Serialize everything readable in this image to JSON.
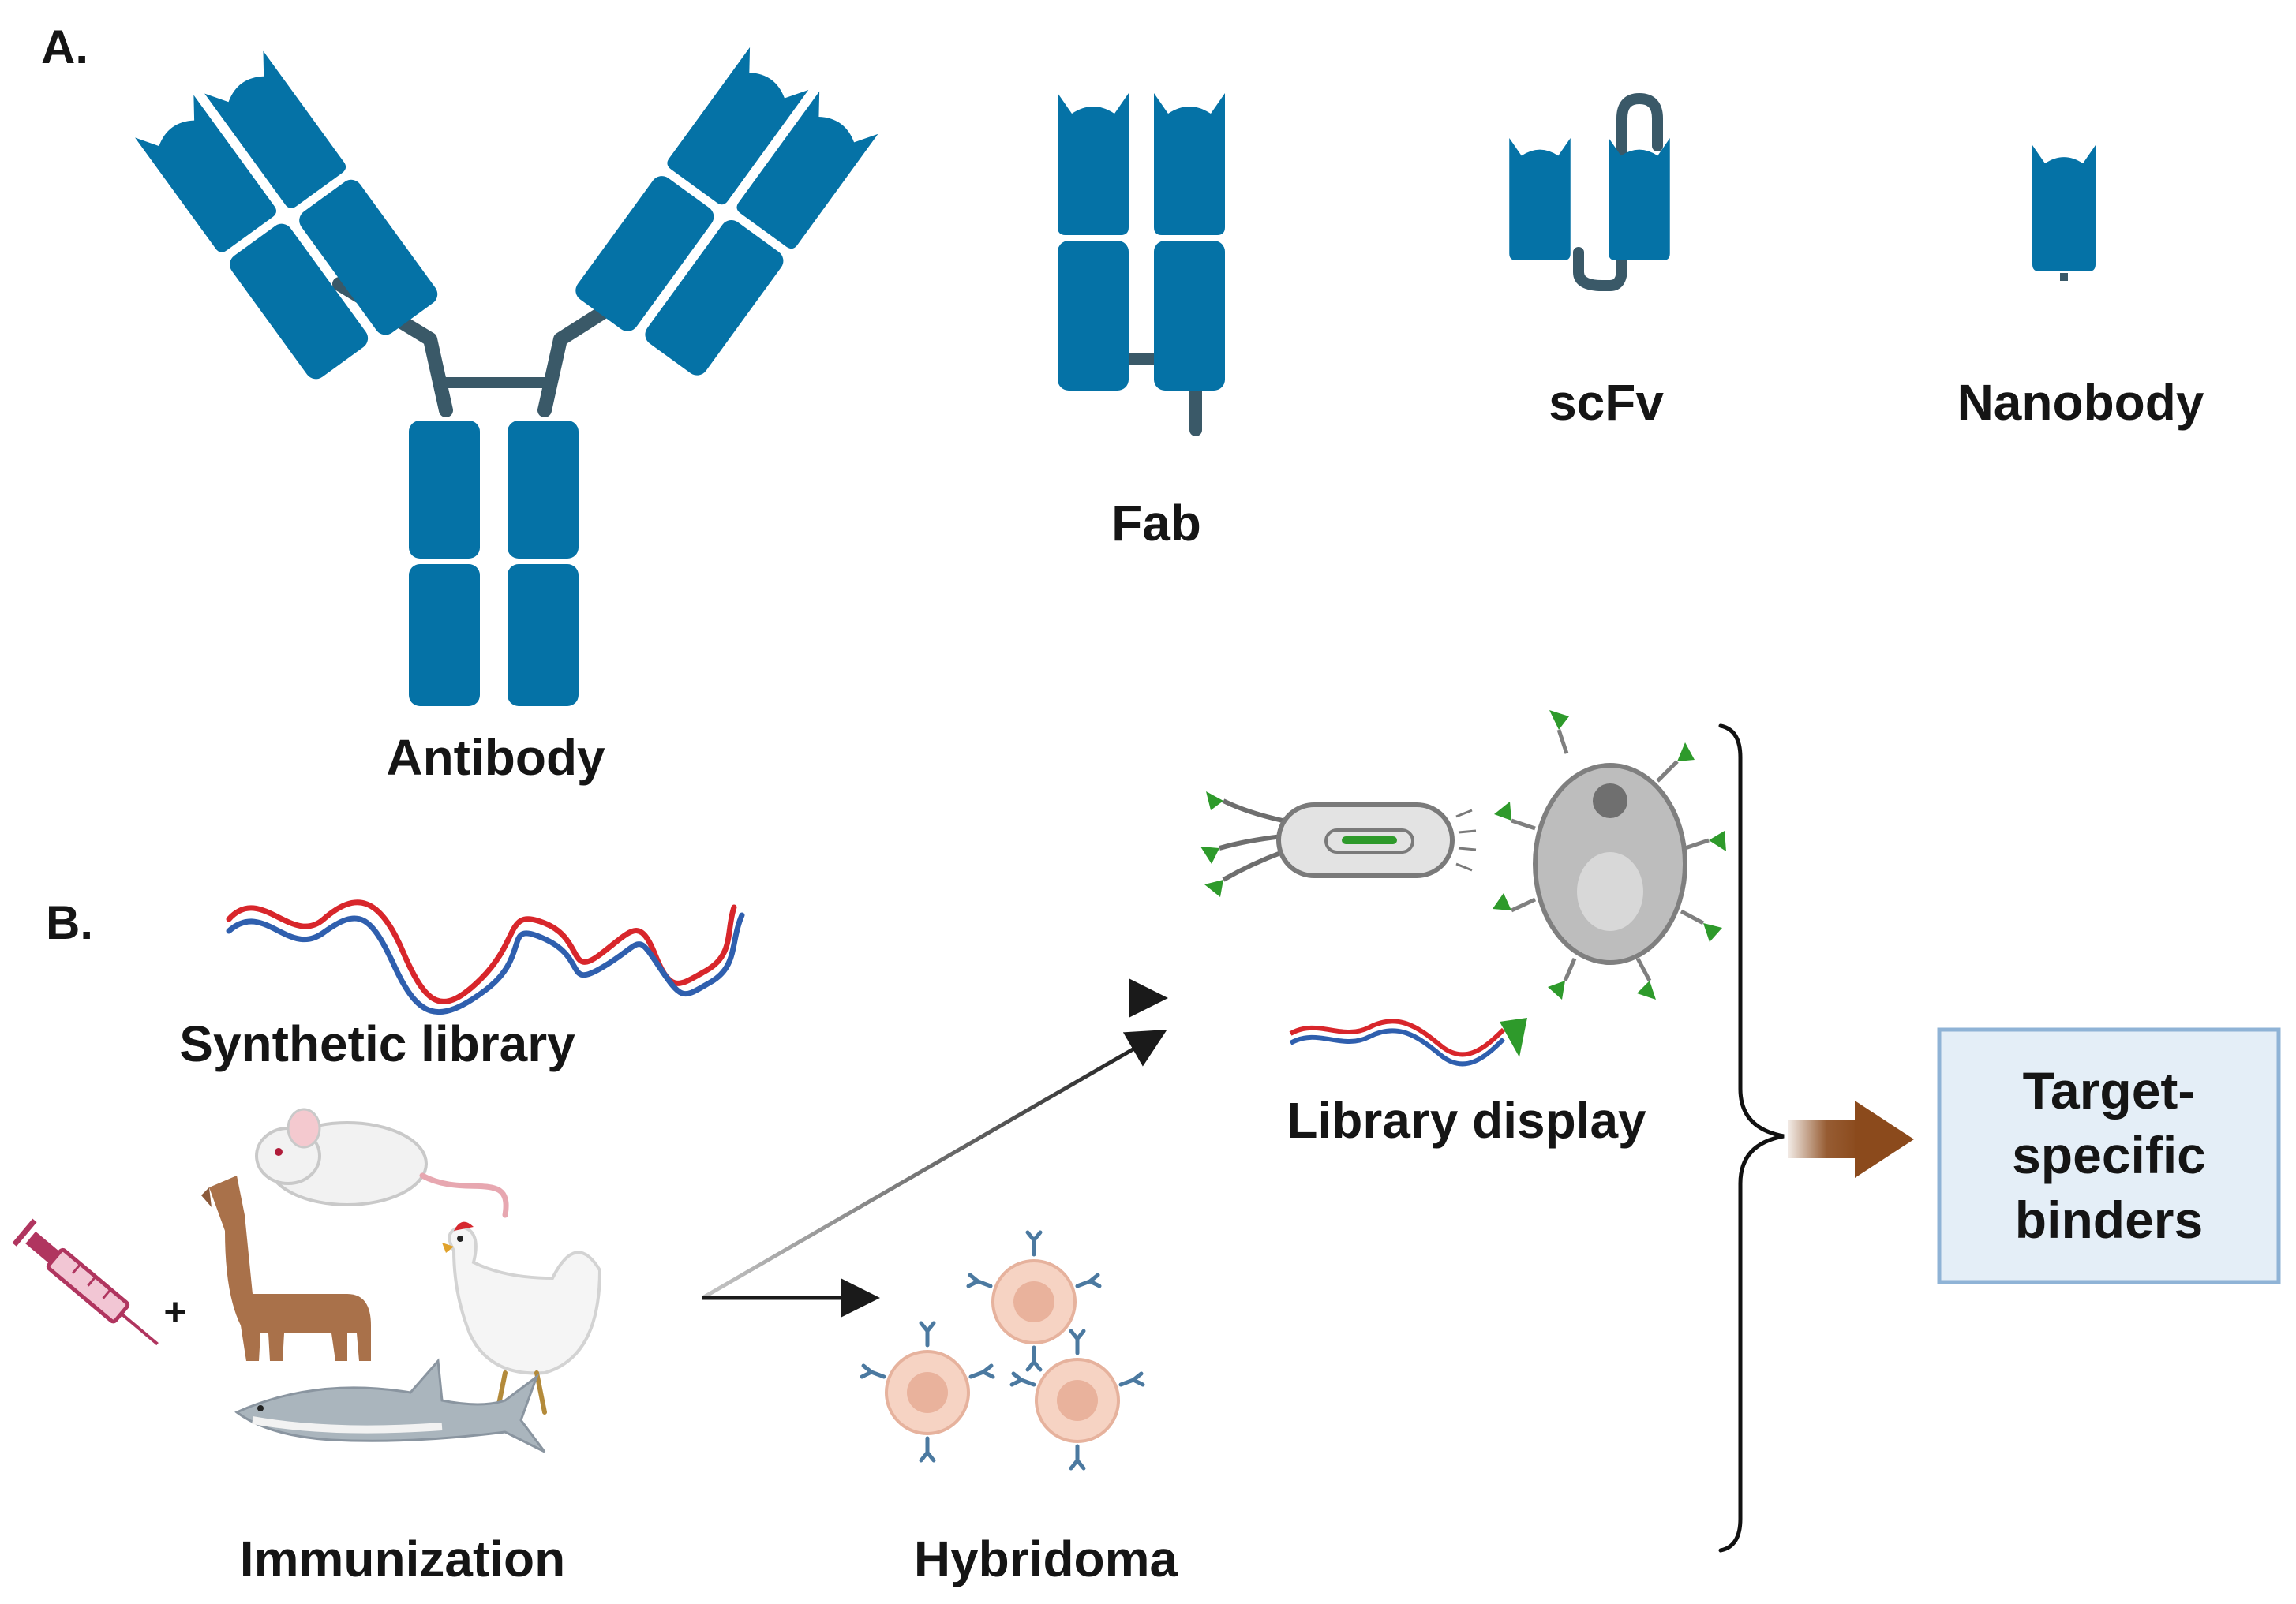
{
  "colors": {
    "domain_blue": "#0572a6",
    "linker": "#3a5968",
    "arrow": "#1a1a1a",
    "brown_arrow": "#8b4a1c",
    "box_fill": "#e4eef7",
    "box_stroke": "#8fb3d6",
    "green_tag": "#2e9a2b",
    "dna_red": "#d8262b",
    "dna_blue": "#2f5fae"
  },
  "panel_a": {
    "label": "A.",
    "formats": [
      {
        "name": "Antibody",
        "icon": "antibody-icon"
      },
      {
        "name": "Fab",
        "icon": "fab-icon"
      },
      {
        "name": "scFv",
        "icon": "scfv-icon"
      },
      {
        "name": "Nanobody",
        "icon": "nanobody-icon"
      }
    ]
  },
  "panel_b": {
    "label": "B.",
    "sources": {
      "synthetic": "Synthetic library",
      "immunization": "Immunization",
      "immunization_plus": "+",
      "hybridoma": "Hybridoma",
      "library_display": "Library display"
    },
    "result": {
      "lines": [
        "Target-",
        "specific",
        "binders"
      ]
    }
  }
}
